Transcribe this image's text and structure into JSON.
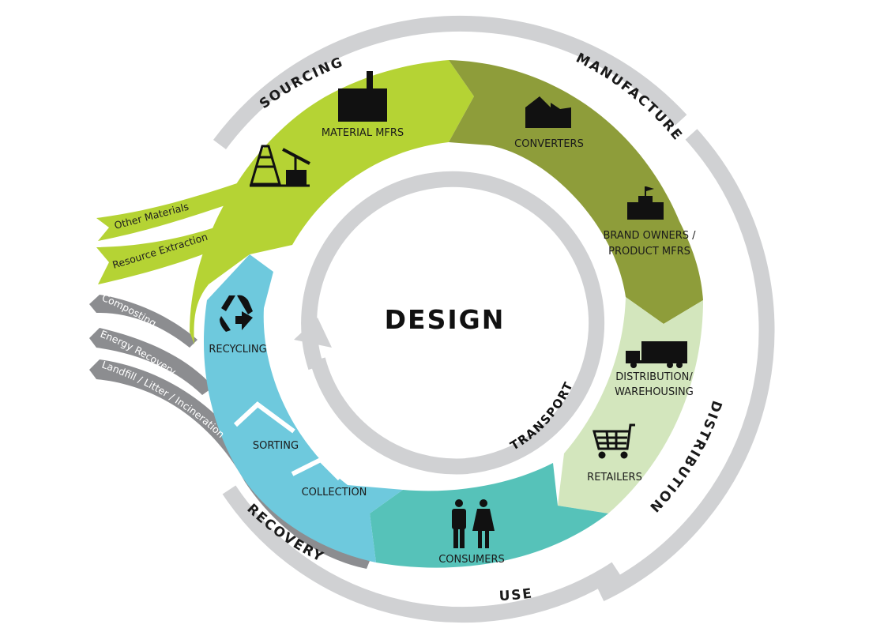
{
  "diagram": {
    "center": "DESIGN",
    "transport": "TRANSPORT",
    "stages": {
      "sourcing": "SOURCING",
      "manufacture": "MANUFACTURE",
      "distribution": "DISTRIBUTION",
      "use": "USE",
      "recovery": "RECOVERY"
    },
    "segments": {
      "material_mfrs": "MATERIAL MFRS",
      "converters": "CONVERTERS",
      "brand_owners_line1": "BRAND OWNERS /",
      "brand_owners_line2": "PRODUCT MFRS",
      "distribution_line1": "DISTRIBUTION/",
      "distribution_line2": "WAREHOUSING",
      "retailers": "RETAILERS",
      "consumers": "CONSUMERS",
      "collection": "COLLECTION",
      "sorting": "SORTING",
      "recycling": "RECYCLING"
    },
    "inputs": {
      "other_materials": "Other Materials",
      "resource_extraction": "Resource Extraction"
    },
    "outputs": {
      "composting": "Composting",
      "energy_recovery": "Energy Recovery",
      "landfill": "Landfill / Litter / Incineration"
    },
    "colors": {
      "sourcing": "#b5d334",
      "manufacture": "#8e9d3a",
      "distribution": "#d3e6bd",
      "use": "#56c2b9",
      "recovery": "#6ec9dd",
      "ring": "#d0d1d3",
      "outputs": "#8c8d90",
      "icon": "#111111"
    },
    "icons": [
      "oil-pump-icon",
      "factory-icon",
      "converters-building-icon",
      "headquarters-icon",
      "delivery-truck-icon",
      "shopping-cart-icon",
      "consumers-icon",
      "recycle-icon"
    ]
  }
}
